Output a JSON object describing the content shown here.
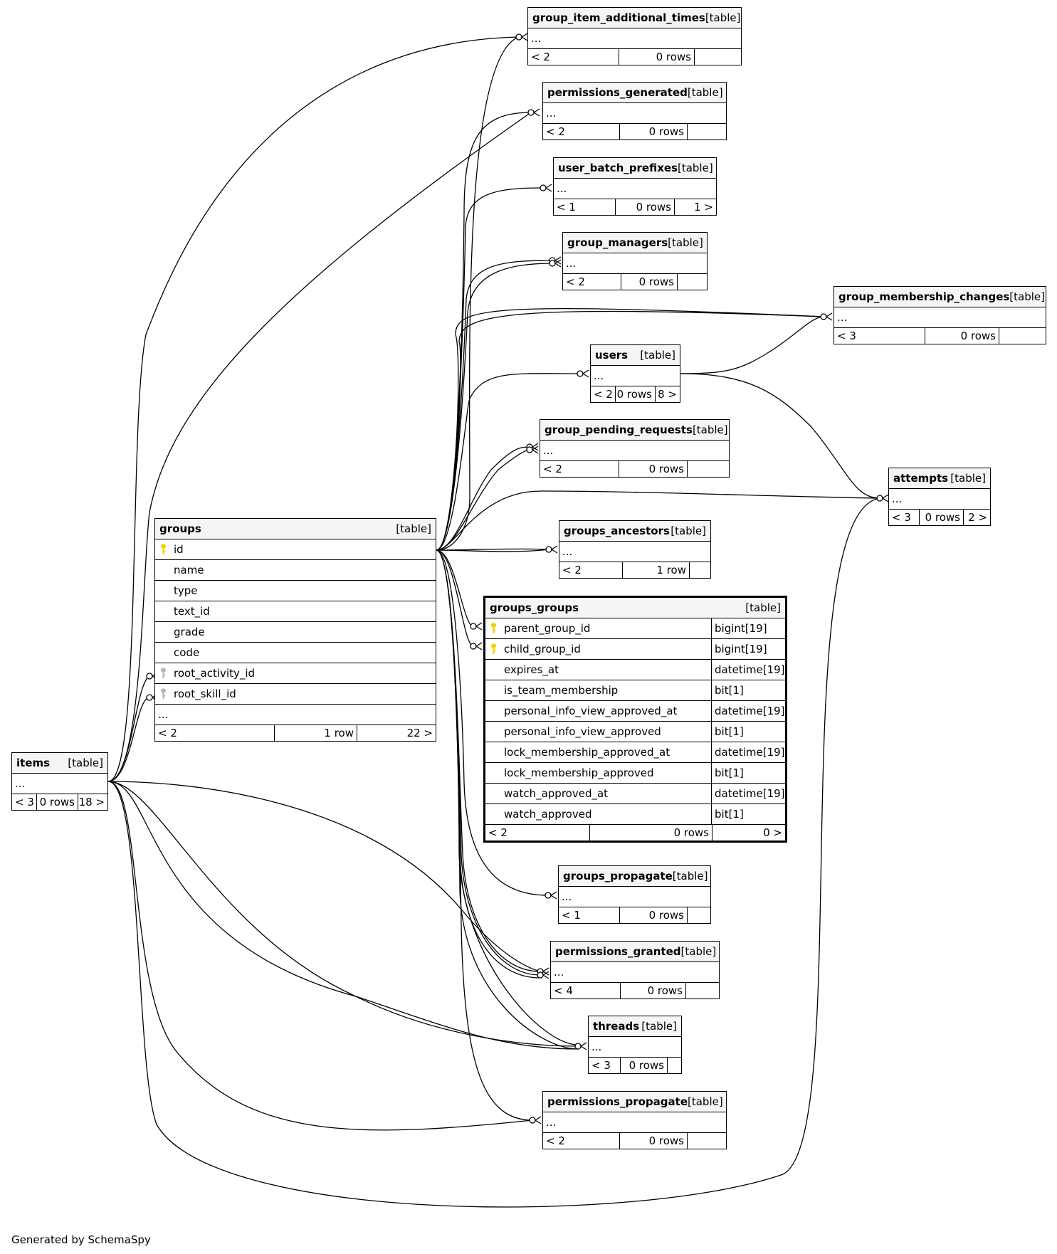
{
  "tables": {
    "group_item_additional_times": {
      "name": "group_item_additional_times",
      "type": "[table]",
      "ellipsis": "...",
      "footer": [
        "< 2",
        "0 rows",
        ""
      ]
    },
    "permissions_generated": {
      "name": "permissions_generated",
      "type": "[table]",
      "ellipsis": "...",
      "footer": [
        "< 2",
        "0 rows",
        ""
      ]
    },
    "user_batch_prefixes": {
      "name": "user_batch_prefixes",
      "type": "[table]",
      "ellipsis": "...",
      "footer": [
        "< 1",
        "0 rows",
        "1 >"
      ]
    },
    "group_managers": {
      "name": "group_managers",
      "type": "[table]",
      "ellipsis": "...",
      "footer": [
        "< 2",
        "0 rows",
        ""
      ]
    },
    "group_membership_changes": {
      "name": "group_membership_changes",
      "type": "[table]",
      "ellipsis": "...",
      "footer": [
        "< 3",
        "0 rows",
        ""
      ]
    },
    "users": {
      "name": "users",
      "type": "[table]",
      "ellipsis": "...",
      "footer": [
        "< 2",
        "0 rows",
        "8 >"
      ]
    },
    "group_pending_requests": {
      "name": "group_pending_requests",
      "type": "[table]",
      "ellipsis": "...",
      "footer": [
        "< 2",
        "0 rows",
        ""
      ]
    },
    "attempts": {
      "name": "attempts",
      "type": "[table]",
      "ellipsis": "...",
      "footer": [
        "< 3",
        "0 rows",
        "2 >"
      ]
    },
    "groups_ancestors": {
      "name": "groups_ancestors",
      "type": "[table]",
      "ellipsis": "...",
      "footer": [
        "< 2",
        "1 row",
        ""
      ]
    },
    "groups": {
      "name": "groups",
      "type": "[table]",
      "columns": [
        {
          "name": "id",
          "key": "primary"
        },
        {
          "name": "name",
          "key": ""
        },
        {
          "name": "type",
          "key": ""
        },
        {
          "name": "text_id",
          "key": ""
        },
        {
          "name": "grade",
          "key": ""
        },
        {
          "name": "code",
          "key": ""
        },
        {
          "name": "root_activity_id",
          "key": "foreign"
        },
        {
          "name": "root_skill_id",
          "key": "foreign"
        }
      ],
      "ellipsis": "...",
      "footer": [
        "< 2",
        "1 row",
        "22 >"
      ]
    },
    "groups_groups": {
      "name": "groups_groups",
      "type": "[table]",
      "columns": [
        {
          "name": "parent_group_id",
          "datatype": "bigint[19]",
          "key": "primary"
        },
        {
          "name": "child_group_id",
          "datatype": "bigint[19]",
          "key": "primary"
        },
        {
          "name": "expires_at",
          "datatype": "datetime[19]",
          "key": ""
        },
        {
          "name": "is_team_membership",
          "datatype": "bit[1]",
          "key": ""
        },
        {
          "name": "personal_info_view_approved_at",
          "datatype": "datetime[19]",
          "key": ""
        },
        {
          "name": "personal_info_view_approved",
          "datatype": "bit[1]",
          "key": ""
        },
        {
          "name": "lock_membership_approved_at",
          "datatype": "datetime[19]",
          "key": ""
        },
        {
          "name": "lock_membership_approved",
          "datatype": "bit[1]",
          "key": ""
        },
        {
          "name": "watch_approved_at",
          "datatype": "datetime[19]",
          "key": ""
        },
        {
          "name": "watch_approved",
          "datatype": "bit[1]",
          "key": ""
        }
      ],
      "footer": [
        "< 2",
        "0 rows",
        "0 >"
      ]
    },
    "items": {
      "name": "items",
      "type": "[table]",
      "ellipsis": "...",
      "footer": [
        "< 3",
        "0 rows",
        "18 >"
      ]
    },
    "groups_propagate": {
      "name": "groups_propagate",
      "type": "[table]",
      "ellipsis": "...",
      "footer": [
        "< 1",
        "0 rows",
        ""
      ]
    },
    "permissions_granted": {
      "name": "permissions_granted",
      "type": "[table]",
      "ellipsis": "...",
      "footer": [
        "< 4",
        "0 rows",
        ""
      ]
    },
    "threads": {
      "name": "threads",
      "type": "[table]",
      "ellipsis": "...",
      "footer": [
        "< 3",
        "0 rows",
        ""
      ]
    },
    "permissions_propagate": {
      "name": "permissions_propagate",
      "type": "[table]",
      "ellipsis": "...",
      "footer": [
        "< 2",
        "0 rows",
        ""
      ]
    }
  },
  "footer_text": "Generated by SchemaSpy"
}
